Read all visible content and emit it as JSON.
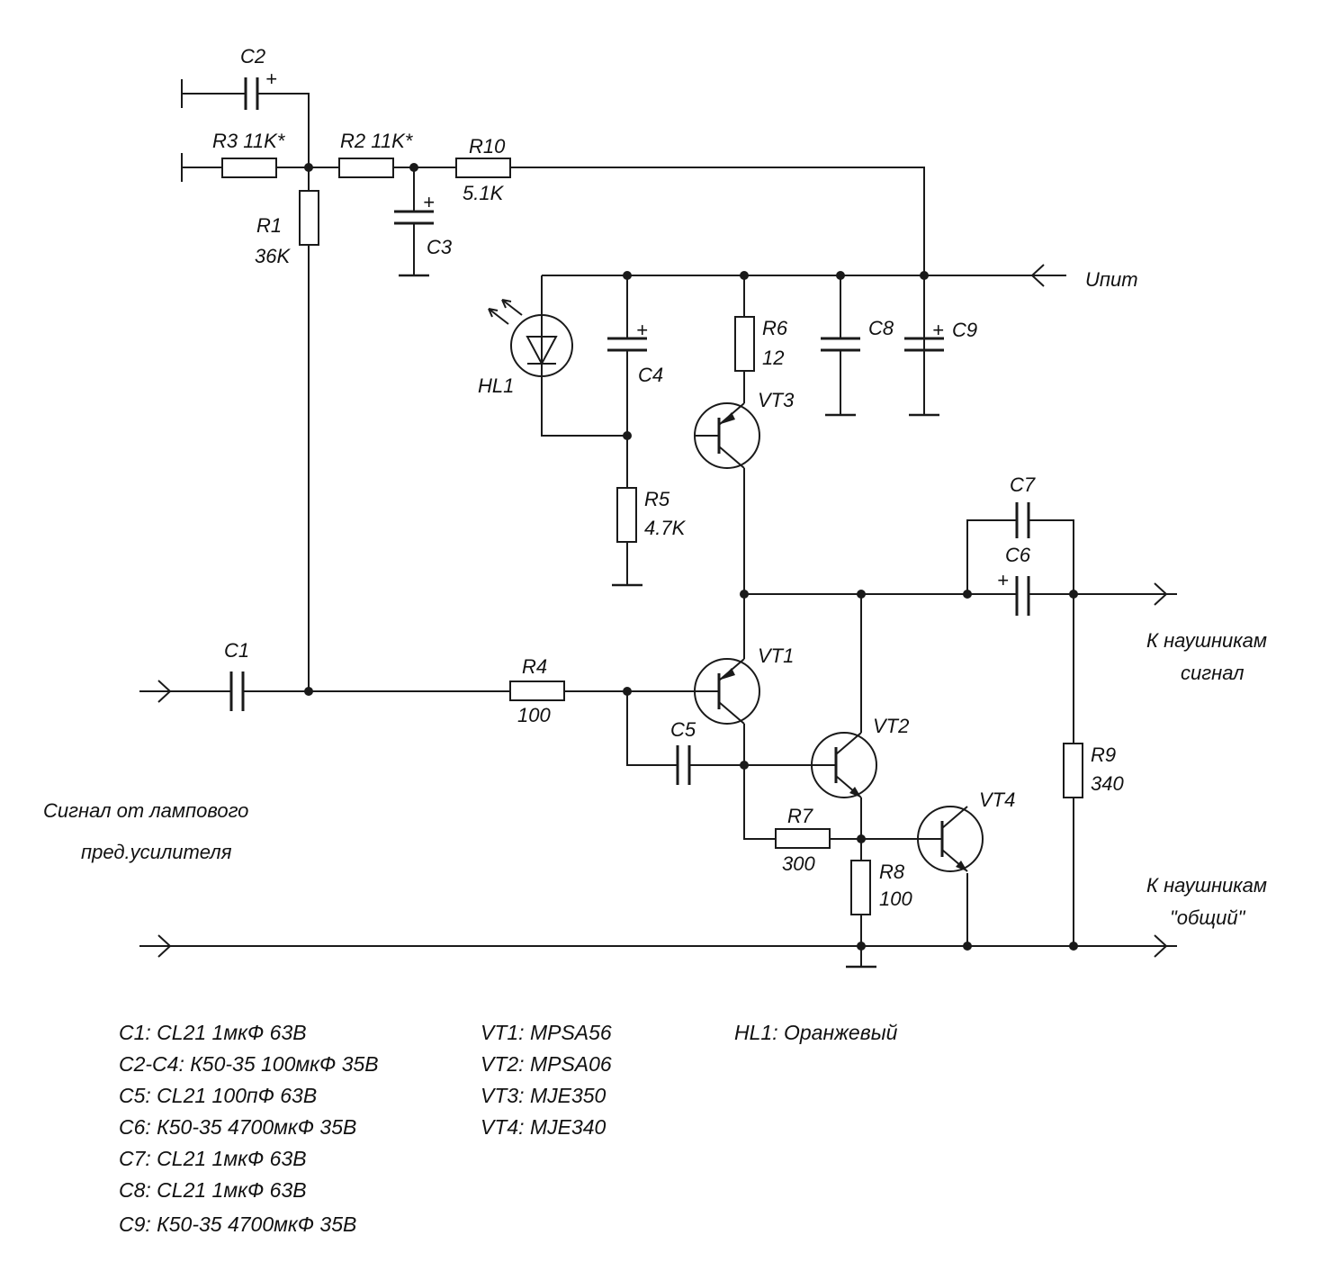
{
  "components": {
    "C1": {
      "ref": "C1"
    },
    "C2": {
      "ref": "C2"
    },
    "C3": {
      "ref": "C3"
    },
    "C4": {
      "ref": "C4"
    },
    "C5": {
      "ref": "C5"
    },
    "C6": {
      "ref": "C6"
    },
    "C7": {
      "ref": "C7"
    },
    "C8": {
      "ref": "C8"
    },
    "C9": {
      "ref": "C9"
    },
    "R1": {
      "ref": "R1",
      "value": "36K"
    },
    "R2": {
      "ref": "R2 11K*"
    },
    "R3": {
      "ref": "R3 11K*"
    },
    "R4": {
      "ref": "R4",
      "value": "100"
    },
    "R5": {
      "ref": "R5",
      "value": "4.7K"
    },
    "R6": {
      "ref": "R6",
      "value": "12"
    },
    "R7": {
      "ref": "R7",
      "value": "300"
    },
    "R8": {
      "ref": "R8",
      "value": "100"
    },
    "R9": {
      "ref": "R9",
      "value": "340"
    },
    "R10": {
      "ref": "R10",
      "value": "5.1K"
    },
    "HL1": {
      "ref": "HL1"
    },
    "VT1": {
      "ref": "VT1"
    },
    "VT2": {
      "ref": "VT2"
    },
    "VT3": {
      "ref": "VT3"
    },
    "VT4": {
      "ref": "VT4"
    }
  },
  "polarity_mark": "+",
  "supply_label": "Uпит",
  "input_label": [
    "Сигнал от лампового",
    "пред.усилителя"
  ],
  "output_signal_label": [
    "К наушникам",
    "сигнал"
  ],
  "output_common_label": [
    "К наушникам",
    "\"общий\""
  ],
  "parts_list": {
    "capacitors": [
      "C1: CL21 1мкФ 63В",
      "C2-C4: К50-35 100мкФ 35В",
      "C5: CL21 100пФ 63В",
      "C6: К50-35 4700мкФ 35В",
      "C7: CL21 1мкФ 63В",
      "C8: CL21 1мкФ 63В",
      "C9: К50-35 4700мкФ 35В"
    ],
    "transistors": [
      "VT1: MPSA56",
      "VT2: MPSA06",
      "VT3: MJE350",
      "VT4: MJE340"
    ],
    "led": [
      "HL1: Оранжевый"
    ]
  }
}
